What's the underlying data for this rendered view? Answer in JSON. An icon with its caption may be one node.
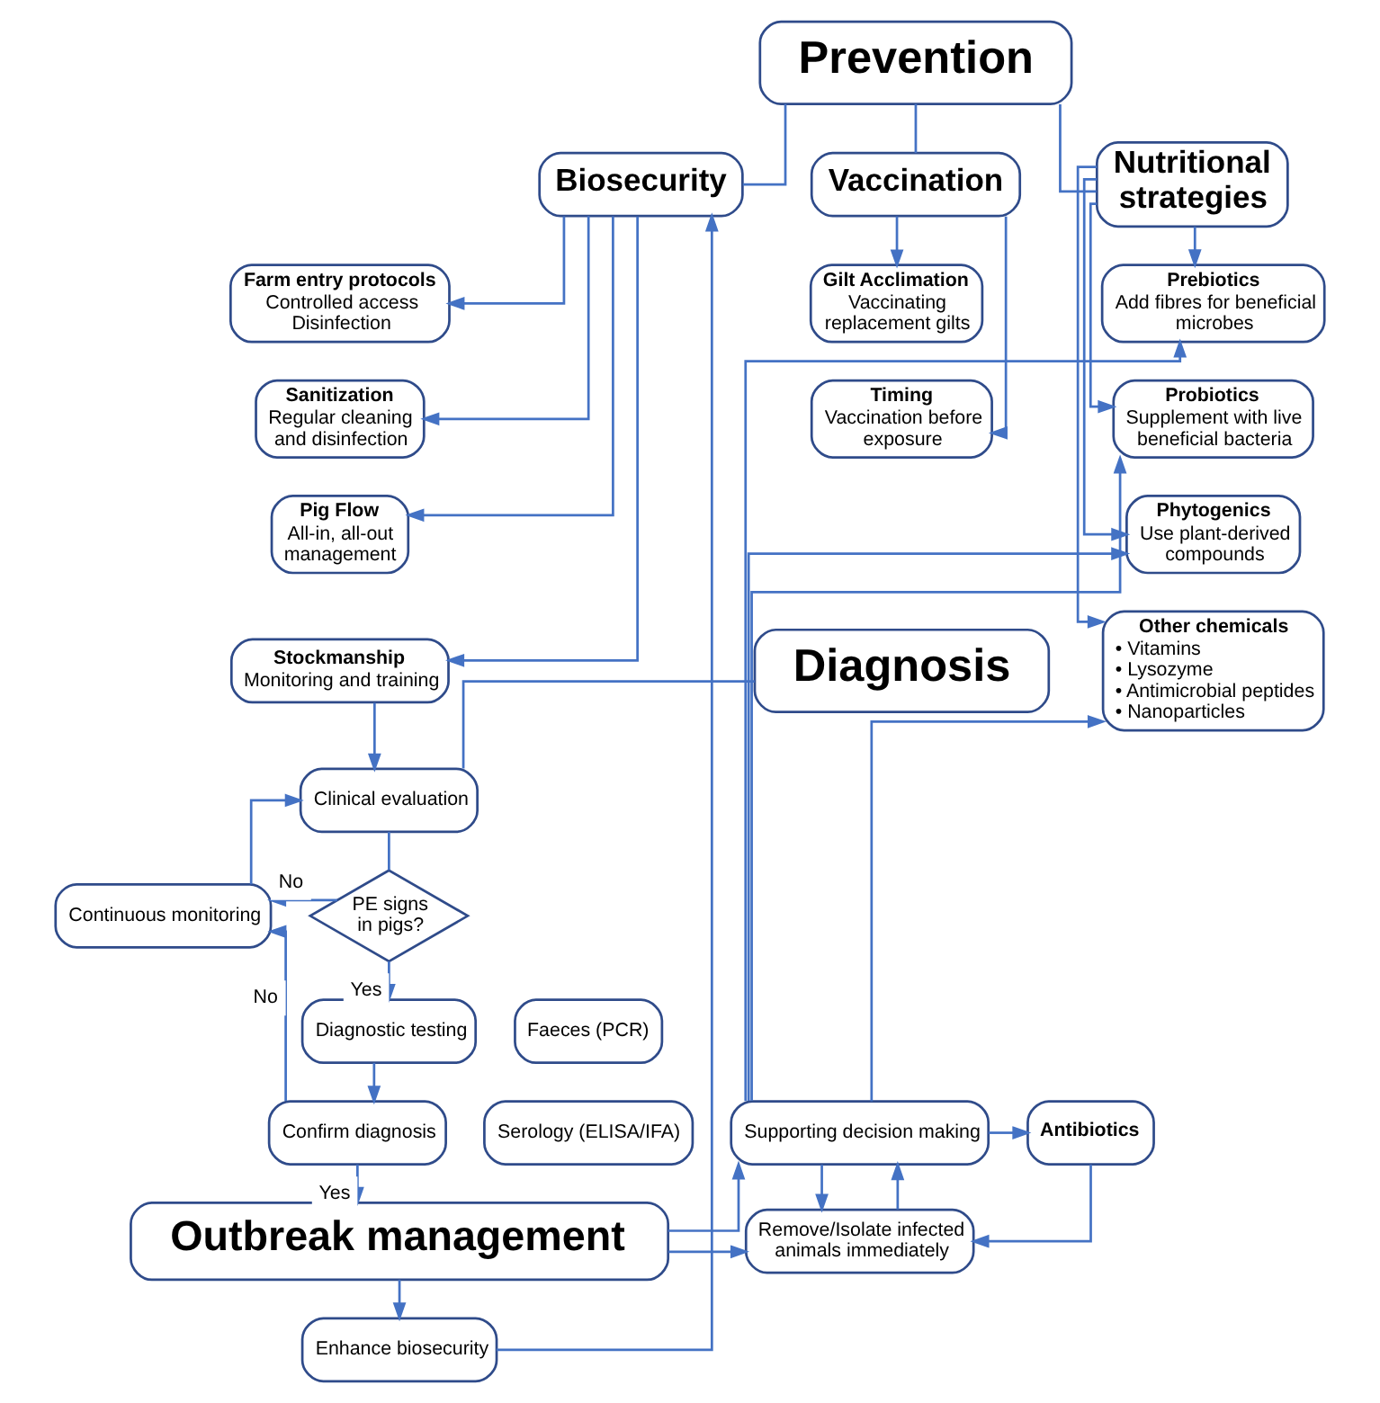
{
  "diagram": {
    "nodes": [
      {
        "text": [
          "Prevention"
        ]
      },
      {
        "text": [
          "Biosecurity"
        ]
      },
      {
        "text": [
          "Vaccination"
        ]
      },
      {
        "text": [
          "Nutritional strategies"
        ]
      },
      {
        "text": [
          "Farm entry protocols",
          "Controlled access",
          "Disinfection"
        ]
      },
      {
        "text": [
          "Sanitization",
          "Regular cleaning and disinfection"
        ]
      },
      {
        "text": [
          "Pig Flow",
          "All-in, all-out management"
        ]
      },
      {
        "text": [
          "Stockmanship",
          "Monitoring and training"
        ]
      },
      {
        "text": [
          "Gilt Acclimation",
          "Vaccinating replacement gilts"
        ]
      },
      {
        "text": [
          "Timing",
          "Vaccination before exposure"
        ]
      },
      {
        "text": [
          "Prebiotics",
          "Add fibres for beneficial microbes"
        ]
      },
      {
        "text": [
          "Probiotics",
          "Supplement with live beneficial bacteria"
        ]
      },
      {
        "text": [
          "Phytogenics",
          "Use plant-derived compounds"
        ]
      },
      {
        "text": [
          "Other chemicals",
          "• Vitamins",
          "• Lysozyme",
          "• Antimicrobial peptides",
          "• Nanoparticles"
        ]
      },
      {
        "text": [
          "Diagnosis"
        ]
      },
      {
        "text": [
          "Clinical evaluation"
        ]
      },
      {
        "text": [
          "PE signs in pigs?"
        ]
      },
      {
        "text": [
          "Continuous monitoring"
        ]
      },
      {
        "text": [
          "Diagnostic testing"
        ]
      },
      {
        "text": [
          "Faeces (PCR)"
        ]
      },
      {
        "text": [
          "Serology (ELISA/IFA)"
        ]
      },
      {
        "text": [
          "Confirm diagnosis"
        ]
      },
      {
        "text": [
          "Outbreak management"
        ]
      },
      {
        "text": [
          "Supporting decision making"
        ]
      },
      {
        "text": [
          "Antibiotics"
        ]
      },
      {
        "text": [
          "Remove/Isolate infected animals immediately"
        ]
      },
      {
        "text": [
          "Enhance biosecurity"
        ]
      }
    ],
    "edges": [
      {
        "from": 0,
        "to": 1,
        "arrow": "none"
      },
      {
        "from": 0,
        "to": 2,
        "arrow": "none"
      },
      {
        "from": 0,
        "to": 3,
        "arrow": "none"
      },
      {
        "from": 1,
        "to": 4,
        "arrow": "to"
      },
      {
        "from": 1,
        "to": 5,
        "arrow": "to"
      },
      {
        "from": 1,
        "to": 6,
        "arrow": "to"
      },
      {
        "from": 1,
        "to": 7,
        "arrow": "to"
      },
      {
        "from": 2,
        "to": 8,
        "arrow": "to"
      },
      {
        "from": 2,
        "to": 9,
        "arrow": "to"
      },
      {
        "from": 3,
        "to": 10,
        "arrow": "to"
      },
      {
        "from": 3,
        "to": 11,
        "arrow": "to"
      },
      {
        "from": 3,
        "to": 12,
        "arrow": "to"
      },
      {
        "from": 3,
        "to": 13,
        "arrow": "to"
      },
      {
        "from": 7,
        "to": 15,
        "arrow": "to"
      },
      {
        "from": 14,
        "to": 15,
        "arrow": "none"
      },
      {
        "from": 15,
        "to": 16,
        "arrow": "none"
      },
      {
        "from": 16,
        "to": 17,
        "arrow": "to",
        "label": "No"
      },
      {
        "from": 17,
        "to": 15,
        "arrow": "to"
      },
      {
        "from": 16,
        "to": 18,
        "arrow": "to",
        "label": "Yes"
      },
      {
        "from": 18,
        "to": 21,
        "arrow": "to"
      },
      {
        "from": 21,
        "to": 17,
        "arrow": "to",
        "label": "No"
      },
      {
        "from": 21,
        "to": 22,
        "arrow": "to",
        "label": "Yes"
      },
      {
        "from": 22,
        "to": 23,
        "arrow": "to"
      },
      {
        "from": 22,
        "to": 25,
        "arrow": "to"
      },
      {
        "from": 22,
        "to": 26,
        "arrow": "to"
      },
      {
        "from": 26,
        "to": 1,
        "arrow": "to"
      },
      {
        "from": 25,
        "to": 23,
        "arrow": "to"
      },
      {
        "from": 23,
        "to": 10,
        "arrow": "to"
      },
      {
        "from": 23,
        "to": 11,
        "arrow": "to"
      },
      {
        "from": 23,
        "to": 12,
        "arrow": "to"
      },
      {
        "from": 23,
        "to": 13,
        "arrow": "to"
      },
      {
        "from": 23,
        "to": 24,
        "arrow": "to"
      },
      {
        "from": 23,
        "to": 25,
        "arrow": "to"
      },
      {
        "from": 24,
        "to": 25,
        "arrow": "to"
      }
    ]
  }
}
